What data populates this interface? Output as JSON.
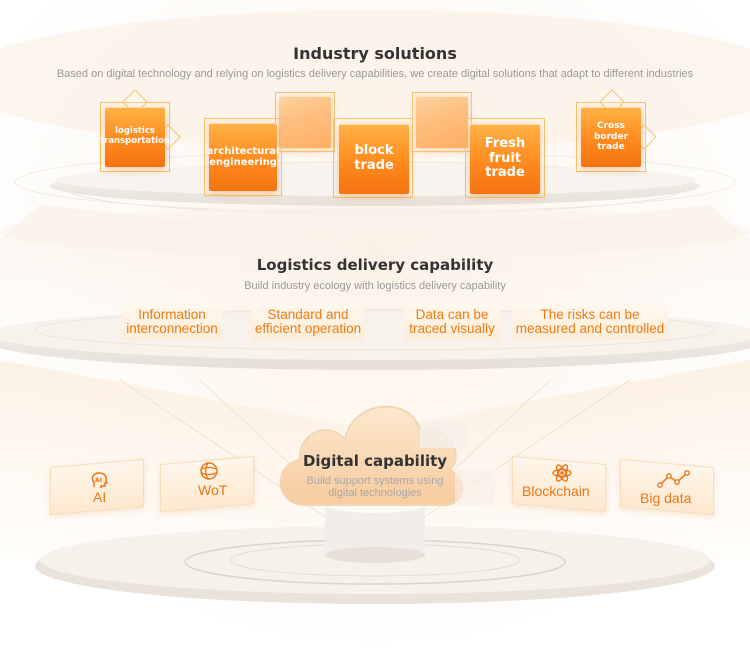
{
  "industry": {
    "title": "Industry solutions",
    "subtitle": "Based on digital technology and relying on logistics delivery capabilities, we create digital solutions that adapt to different industries",
    "boxes": [
      "logistics transportation",
      "architectural engineering",
      "block trade",
      "Fresh fruit trade",
      "Cross border trade"
    ]
  },
  "logistics": {
    "title": "Logistics delivery capability",
    "subtitle": "Build industry ecology with logistics delivery capability",
    "items": [
      {
        "line1": "Information",
        "line2": "interconnection"
      },
      {
        "line1": "Standard and",
        "line2": "efficient operation"
      },
      {
        "line1": "Data can be",
        "line2": "traced visually"
      },
      {
        "line1": "The risks can be",
        "line2": "measured and controlled"
      }
    ]
  },
  "digital": {
    "title": "Digital capability",
    "subtitle_line1": "Build support systems using",
    "subtitle_line2": "digital technologies",
    "cards": [
      "AI",
      "WoT",
      "Blockchain",
      "Big data"
    ],
    "ai_badge": "AI"
  },
  "colors": {
    "accent": "#f47312",
    "frame": "#f6c36b",
    "text": "#333333",
    "muted": "#9a9a9a"
  }
}
